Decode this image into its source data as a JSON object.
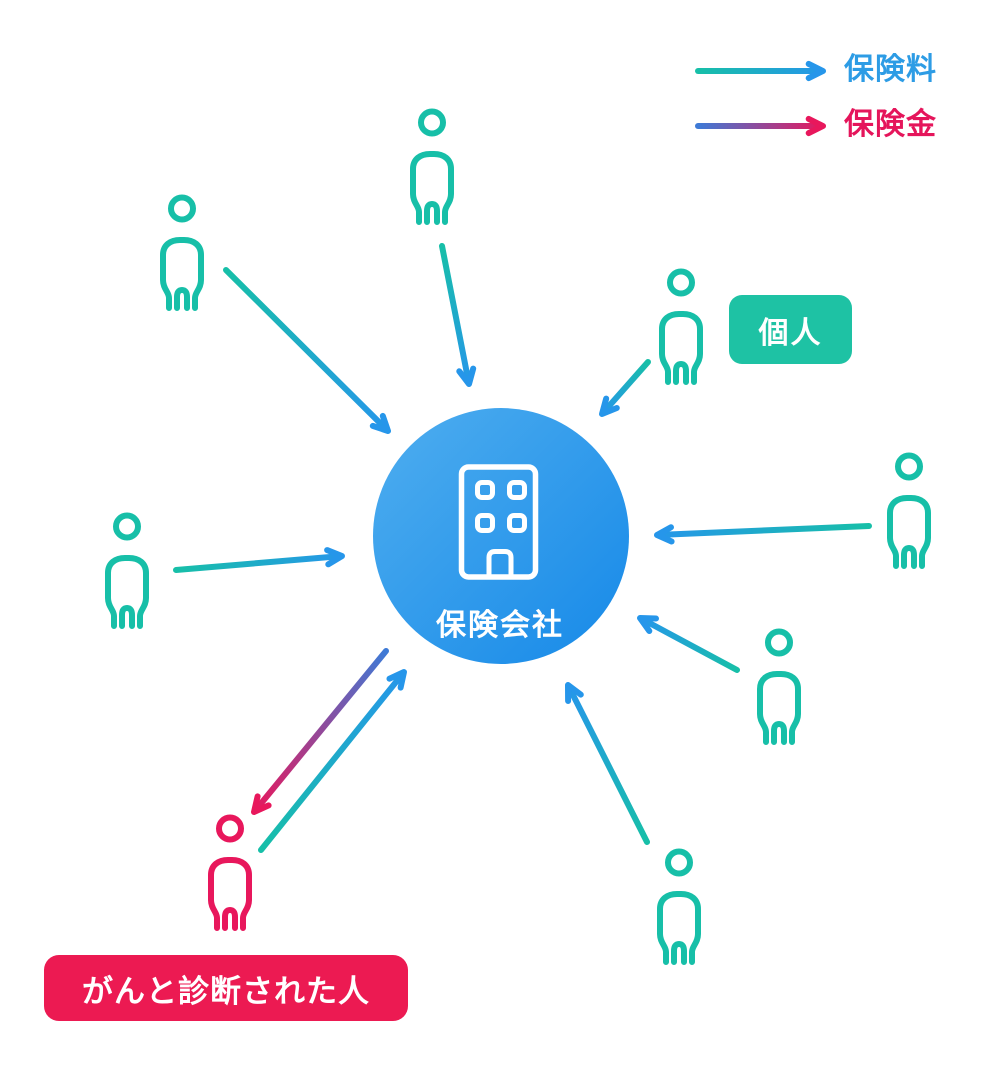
{
  "legend": {
    "premium": {
      "label": "保険料",
      "color": "#2d9ce5"
    },
    "benefit": {
      "label": "保険金",
      "color": "#e5155b"
    }
  },
  "center": {
    "label": "保険会社",
    "icon": "building-icon"
  },
  "badges": {
    "individual": {
      "label": "個人",
      "bg": "#1ec2a4"
    },
    "diagnosed": {
      "label": "がんと診断された人",
      "bg": "#ec1a52"
    }
  },
  "persons": [
    {
      "role": "individual"
    },
    {
      "role": "individual"
    },
    {
      "role": "individual"
    },
    {
      "role": "individual"
    },
    {
      "role": "individual"
    },
    {
      "role": "individual"
    },
    {
      "role": "individual"
    },
    {
      "role": "diagnosed"
    }
  ],
  "flows": [
    {
      "from": "individual",
      "to": "company",
      "type": "premium",
      "label": "保険料"
    },
    {
      "from": "diagnosed",
      "to": "company",
      "type": "premium",
      "label": "保険料"
    },
    {
      "from": "company",
      "to": "diagnosed",
      "type": "benefit",
      "label": "保険金"
    }
  ],
  "colors": {
    "teal": "#17bfa8",
    "blue": "#2696ea",
    "benefit_blue": "#3e7ad6",
    "crimson": "#e8175c",
    "person_individual": "#17bfa8",
    "person_diagnosed": "#e8175c",
    "badge_teal": "#1ec2a4",
    "badge_crimson": "#ec1a52",
    "legend_blue": "#2d9ce5",
    "legend_crimson": "#e5155b",
    "circle_top_left": "#4faeef",
    "circle_bottom_right": "#1689e8",
    "building_stroke": "#ffffff",
    "background": "#ffffff"
  }
}
